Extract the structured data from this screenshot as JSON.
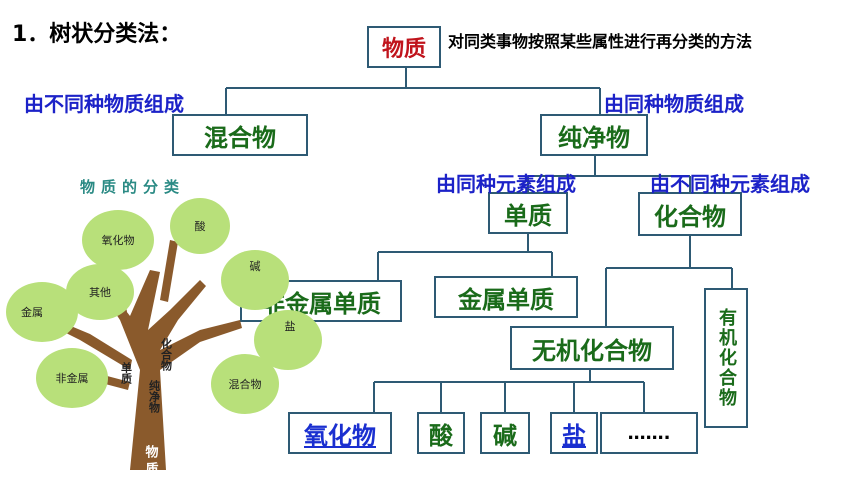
{
  "title": "1．树状分类法：",
  "description": "对同类事物按照某些属性进行再分类的方法",
  "nodes": {
    "root": "物质",
    "mixture": "混合物",
    "pure": "纯净物",
    "element": "单质",
    "compound": "化合物",
    "nonmetal": "非金属单质",
    "metal": "金属单质",
    "inorganic": "无机化合物",
    "organic": "有机化合物",
    "oxide": "氧化物",
    "acid": "酸",
    "base": "碱",
    "salt": "盐",
    "more": "……."
  },
  "edge_labels": {
    "mixture": "由不同种物质组成",
    "pure": "由同种物质组成",
    "element": "由同种元素组成",
    "compound": "由不同种元素组成"
  },
  "tree_illustration": {
    "heading": "物质的分类",
    "leaves": [
      "氧化物",
      "酸",
      "碱",
      "其他",
      "金属",
      "盐",
      "非金属",
      "混合物"
    ],
    "branch_labels": [
      "化合物",
      "单质",
      "纯净物"
    ],
    "trunk_label": "物质"
  }
}
